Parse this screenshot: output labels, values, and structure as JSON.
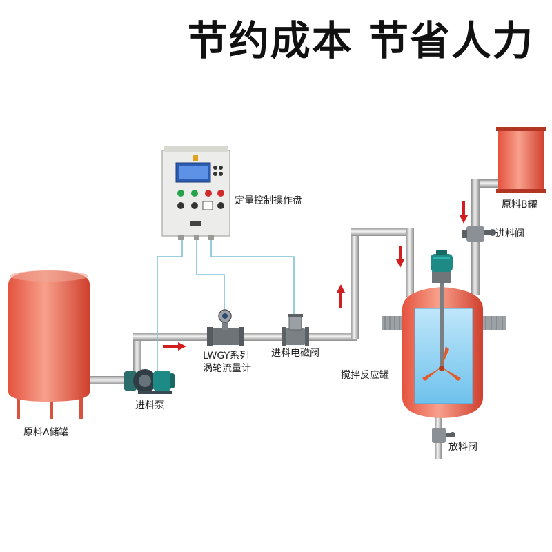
{
  "headline": "节约成本 节省人力",
  "labels": {
    "control_panel": "定量控制操作盘",
    "tank_a": "原料A储罐",
    "tank_b": "原料B罐",
    "feed_pump": "进料泵",
    "flowmeter_line1": "LWGY系列",
    "flowmeter_line2": "涡轮流量计",
    "solenoid_valve": "进料电磁阀",
    "reactor": "搅拌反应罐",
    "feed_valve": "进料阀",
    "discharge_valve": "放料阀"
  },
  "colors": {
    "tank_red": "#e4533f",
    "pipe_gray": "#b8b8b8",
    "signal_wire": "#7fc1d8",
    "flow_arrow": "#d11e1e",
    "reactor_liquid": "#8ed0f0",
    "motor_teal": "#1e8a86",
    "panel_body": "#ececea"
  }
}
